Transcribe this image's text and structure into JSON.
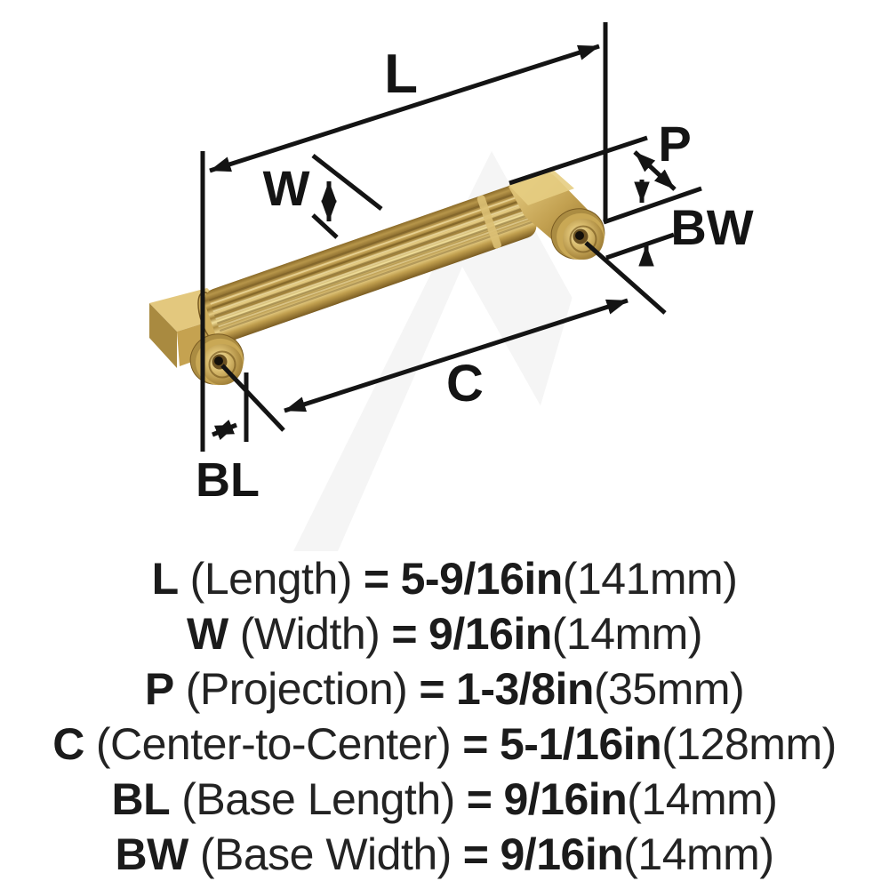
{
  "diagram": {
    "labels": {
      "l": "L",
      "w": "W",
      "p": "P",
      "bw": "BW",
      "c": "C",
      "bl": "BL"
    }
  },
  "legend": {
    "rows": [
      {
        "symbol": "L",
        "name": "(Length)",
        "equals": "=",
        "value": "5-9/16in",
        "metric": "(141mm)"
      },
      {
        "symbol": "W",
        "name": "(Width)",
        "equals": "=",
        "value": "9/16in",
        "metric": "(14mm)"
      },
      {
        "symbol": "P",
        "name": "(Projection)",
        "equals": "=",
        "value": "1-3/8in",
        "metric": "(35mm)"
      },
      {
        "symbol": "C",
        "name": "(Center-to-Center)",
        "equals": "=",
        "value": "5-1/16in",
        "metric": "(128mm)"
      },
      {
        "symbol": "BL",
        "name": "(Base Length)",
        "equals": "=",
        "value": "9/16in",
        "metric": "(14mm)"
      },
      {
        "symbol": "BW",
        "name": "(Base Width)",
        "equals": "=",
        "value": "9/16in",
        "metric": "(14mm)"
      }
    ]
  },
  "colors": {
    "brass": "#c9a855",
    "brass_dark": "#7a5c22",
    "brass_light": "#f2e09c",
    "line": "#141414",
    "watermark": "#f5f5f5",
    "background": "#ffffff"
  }
}
